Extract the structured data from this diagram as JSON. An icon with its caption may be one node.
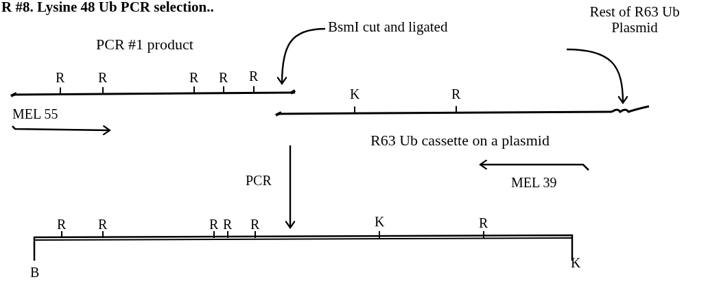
{
  "diagram": {
    "title": "R #8. Lysine 48 Ub PCR selection..",
    "nodes": [
      {
        "text": [],
        "shape": "bar",
        "beside": [
          "PCR #1 product",
          "R",
          "R",
          "R",
          "R",
          "R"
        ]
      },
      {
        "text": [
          "BsmI cut and ligated"
        ]
      },
      {
        "text": [],
        "shape": "bar",
        "beside": [
          "K",
          "R",
          "R63 Ub cassette on a plasmid"
        ]
      },
      {
        "text": [
          "Rest of R63 Ub Plasmid"
        ]
      },
      {
        "text": [],
        "shape": "bar",
        "beside": [
          "R",
          "R",
          "R",
          "R",
          "R",
          "K",
          "R",
          "B",
          "K"
        ]
      }
    ],
    "edges": [
      {
        "from": 1,
        "to": 0,
        "arrow": "to"
      },
      {
        "from": 3,
        "to": 2,
        "arrow": "to"
      },
      {
        "from": null,
        "to": 4,
        "arrow": "to",
        "label": "PCR"
      }
    ],
    "labels": [
      "MEL 55",
      "MEL 39"
    ]
  }
}
